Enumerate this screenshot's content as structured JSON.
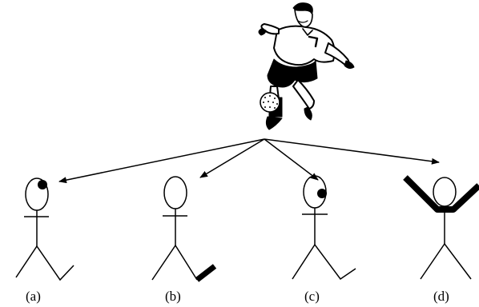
{
  "figure": {
    "source_icon": "soccer-player-kicking-ball-icon",
    "connector": "arrows-from-player-to-each-stick-figure",
    "stick_figures": [
      {
        "label": "(a)",
        "highlight": "filled-dot-on-head-upper-right"
      },
      {
        "label": "(b)",
        "highlight": "bold-right-lower-leg"
      },
      {
        "label": "(c)",
        "highlight": "filled-dot-on-head-right"
      },
      {
        "label": "(d)",
        "highlight": "bold-raised-arms"
      }
    ],
    "colors": {
      "ink": "#000000",
      "background": "#ffffff"
    }
  }
}
